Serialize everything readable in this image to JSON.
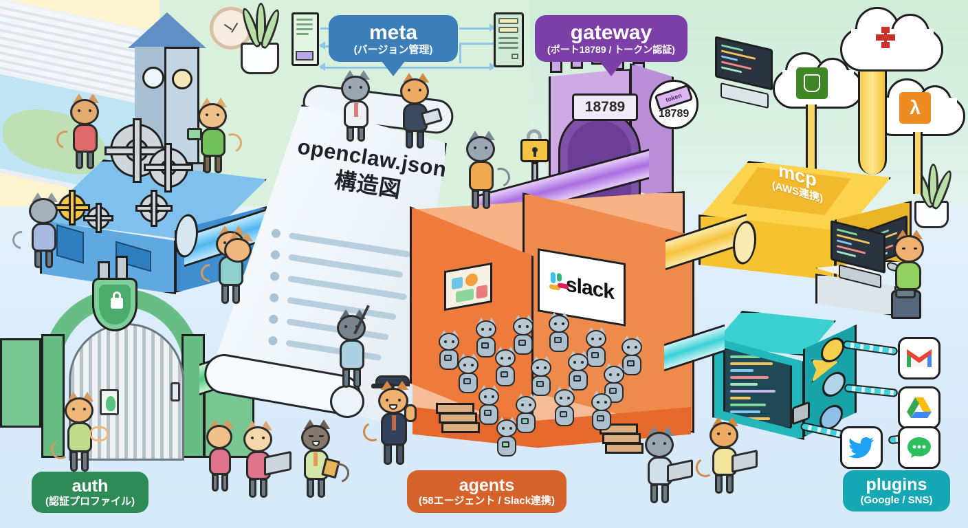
{
  "scene": {
    "title": "openclaw.json structure diagram isometric illustration",
    "doc_title_line1": "openclaw.json",
    "doc_title_line2": "構造図"
  },
  "callouts": [
    {
      "id": "meta",
      "name": "meta",
      "sub": "(バージョン管理)",
      "color": "#3c7fb8",
      "text_color": "#ffffff"
    },
    {
      "id": "gateway",
      "name": "gateway",
      "sub": "(ポート18789 / トークン認証)",
      "color": "#7c3fa8",
      "text_color": "#ffffff"
    }
  ],
  "labels": [
    {
      "id": "auth",
      "name": "auth",
      "sub": "(認証プロファイル)",
      "color": "#2e8b57",
      "text_color": "#ffffff"
    },
    {
      "id": "agents",
      "name": "agents",
      "sub": "(58エージェント / Slack連携)",
      "color": "#d4622a",
      "text_color": "#ffffff"
    },
    {
      "id": "plugins",
      "name": "plugins",
      "sub": "(Google / SNS)",
      "color": "#16a7b5",
      "text_color": "#ffffff"
    }
  ],
  "mcp": {
    "name": "mcp",
    "sub": "(AWS連携)",
    "color": "#f3bd2f"
  },
  "gateway_arch": {
    "port_plate": "18789",
    "bubble_port": "18789",
    "ticket_label": "token"
  },
  "slack": {
    "wordmark": "slack"
  },
  "aws_services": [
    {
      "name": "s3-bucket-icon",
      "color": "#3f8624"
    },
    {
      "name": "dynamodb-icon",
      "color": "#c8322a"
    },
    {
      "name": "lambda-icon",
      "color": "#ee8c22"
    }
  ],
  "plugin_apps": [
    {
      "name": "gmail-icon",
      "color": "#ea4335"
    },
    {
      "name": "google-drive-icon",
      "color": "#fbbc04"
    },
    {
      "name": "twitter-icon",
      "color": "#1da1f2"
    },
    {
      "name": "chat-icon",
      "color": "#2dbf5c"
    }
  ],
  "colors": {
    "meta_machine": "#6fb5e8",
    "auth_gate": "#67bd84",
    "gateway_wall": "#b98ed6",
    "agents_room": "#f08a4b",
    "mcp_box": "#fbd34d",
    "plugins_box": "#22b8bb",
    "floor": "#dbecfa",
    "wall_left": "#fdf3cf",
    "wall_right": "#d3eed9"
  },
  "counts": {
    "robot_agents_visible": 16,
    "cats_visible": 18
  }
}
